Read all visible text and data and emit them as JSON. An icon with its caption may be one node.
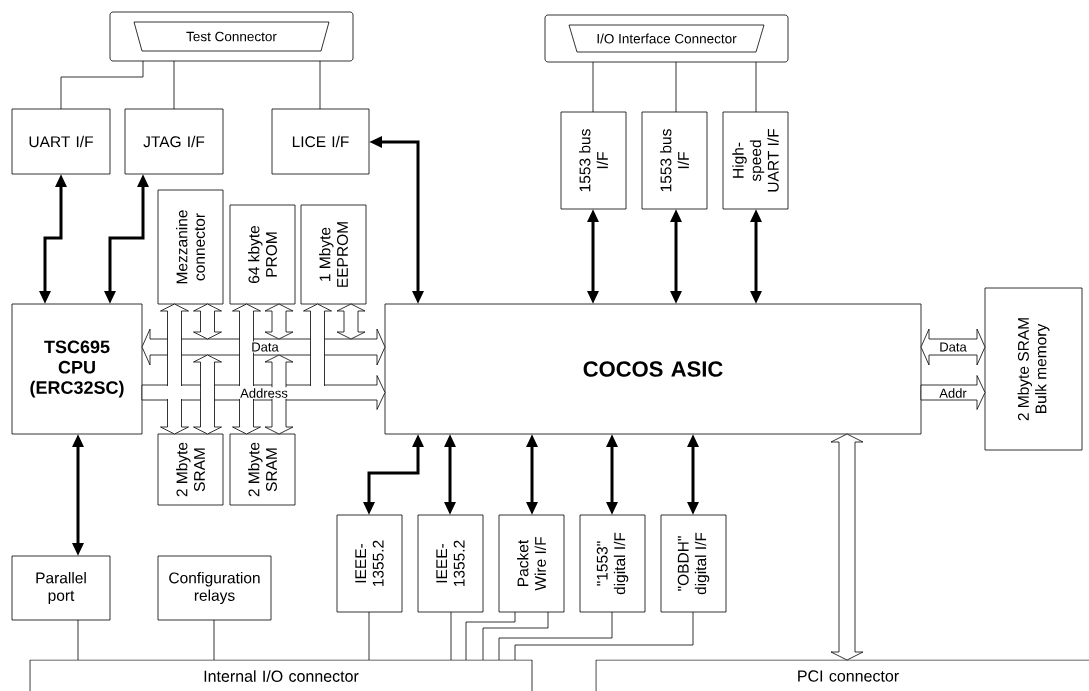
{
  "diagram": {
    "nodes": [
      {
        "text": [
          "Test Connector"
        ]
      },
      {
        "text": [
          "I/O Interface Connector"
        ]
      },
      {
        "text": [
          "UART I/F"
        ]
      },
      {
        "text": [
          "JTAG I/F"
        ]
      },
      {
        "text": [
          "LICE I/F"
        ]
      },
      {
        "text": [
          "1553 bus I/F"
        ]
      },
      {
        "text": [
          "1553 bus I/F"
        ]
      },
      {
        "text": [
          "High-speed UART I/F"
        ]
      },
      {
        "text": [
          "Mezzanine connector"
        ]
      },
      {
        "text": [
          "64 kbyte PROM"
        ]
      },
      {
        "text": [
          "1 Mbyte EEPROM"
        ]
      },
      {
        "text": [
          "TSC695 CPU (ERC32SC)"
        ]
      },
      {
        "text": [
          "COCOS ASIC"
        ]
      },
      {
        "text": [
          "2 Mbyte SRAM Bulk memory"
        ]
      },
      {
        "text": [
          "2 Mbyte SRAM"
        ]
      },
      {
        "text": [
          "2 Mbyte SRAM"
        ]
      },
      {
        "text": [
          "Parallel port"
        ]
      },
      {
        "text": [
          "Configuration relays"
        ]
      },
      {
        "text": [
          "IEEE-1355.2"
        ]
      },
      {
        "text": [
          "IEEE-1355.2"
        ]
      },
      {
        "text": [
          "Packet Wire I/F"
        ]
      },
      {
        "text": [
          "\"1553\" digital I/F"
        ]
      },
      {
        "text": [
          "\"OBDH\" digital I/F"
        ]
      },
      {
        "text": [
          "Internal I/O connector"
        ]
      },
      {
        "text": [
          "PCI connector"
        ]
      }
    ],
    "edges": [
      {
        "from": 0,
        "to": 2,
        "arrow": "none"
      },
      {
        "from": 0,
        "to": 3,
        "arrow": "none"
      },
      {
        "from": 0,
        "to": 4,
        "arrow": "none"
      },
      {
        "from": 1,
        "to": 5,
        "arrow": "none"
      },
      {
        "from": 1,
        "to": 6,
        "arrow": "none"
      },
      {
        "from": 1,
        "to": 7,
        "arrow": "none"
      },
      {
        "from": 11,
        "to": 2,
        "arrow": "both",
        "style": "thick"
      },
      {
        "from": 11,
        "to": 3,
        "arrow": "both",
        "style": "thick"
      },
      {
        "from": 12,
        "to": 4,
        "arrow": "both",
        "style": "thick"
      },
      {
        "from": 12,
        "to": 5,
        "arrow": "both",
        "style": "thick"
      },
      {
        "from": 12,
        "to": 6,
        "arrow": "both",
        "style": "thick"
      },
      {
        "from": 12,
        "to": 7,
        "arrow": "both",
        "style": "thick"
      },
      {
        "from": 11,
        "to": 16,
        "arrow": "both",
        "style": "thick"
      },
      {
        "from": 12,
        "to": 18,
        "arrow": "both",
        "style": "thick"
      },
      {
        "from": 12,
        "to": 19,
        "arrow": "both",
        "style": "thick"
      },
      {
        "from": 12,
        "to": 20,
        "arrow": "both",
        "style": "thick"
      },
      {
        "from": 12,
        "to": 21,
        "arrow": "both",
        "style": "thick"
      },
      {
        "from": 12,
        "to": 22,
        "arrow": "both",
        "style": "thick"
      },
      {
        "from": 16,
        "to": 23,
        "arrow": "none"
      },
      {
        "from": 17,
        "to": 23,
        "arrow": "none"
      },
      {
        "from": 18,
        "to": 23,
        "arrow": "none"
      },
      {
        "from": 19,
        "to": 23,
        "arrow": "none"
      },
      {
        "from": 20,
        "to": 23,
        "arrow": "none"
      },
      {
        "from": 20,
        "to": 23,
        "arrow": "none"
      },
      {
        "from": 21,
        "to": 23,
        "arrow": "none"
      },
      {
        "from": 22,
        "to": 23,
        "arrow": "none"
      },
      {
        "from": 11,
        "to": 12,
        "arrow": "both",
        "label": "Data"
      },
      {
        "from": 11,
        "to": 12,
        "arrow": "to",
        "label": "Address"
      },
      {
        "from": 12,
        "to": 13,
        "arrow": "both",
        "label": "Data"
      },
      {
        "from": 12,
        "to": 13,
        "arrow": "to",
        "label": "Addr"
      },
      {
        "from": 12,
        "to": 24,
        "arrow": "both"
      },
      {
        "from": null,
        "to": 8,
        "arrow": "to"
      },
      {
        "from": null,
        "to": 8,
        "arrow": "both"
      },
      {
        "from": null,
        "to": 9,
        "arrow": "to"
      },
      {
        "from": null,
        "to": 9,
        "arrow": "both"
      },
      {
        "from": null,
        "to": 10,
        "arrow": "to"
      },
      {
        "from": null,
        "to": 10,
        "arrow": "both"
      },
      {
        "from": null,
        "to": 14,
        "arrow": "to"
      },
      {
        "from": null,
        "to": 14,
        "arrow": "both"
      },
      {
        "from": null,
        "to": 15,
        "arrow": "to"
      },
      {
        "from": null,
        "to": 15,
        "arrow": "both"
      }
    ]
  }
}
